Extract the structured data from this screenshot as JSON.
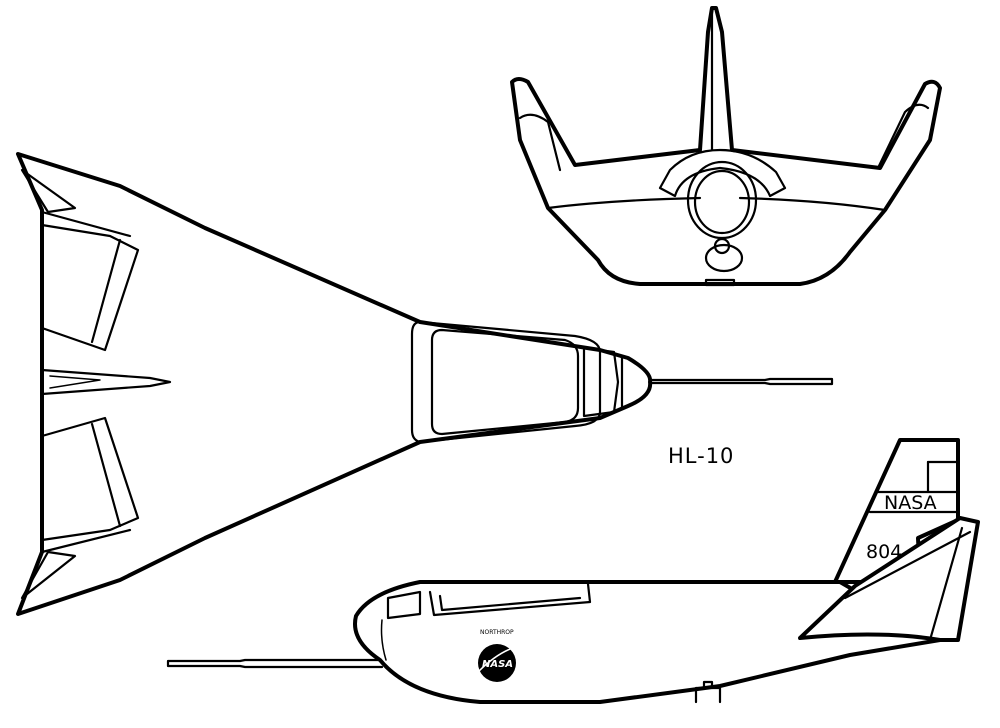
{
  "diagram": {
    "aircraft_label": "HL-10",
    "tail_marking": "NASA",
    "tail_number": "804",
    "manufacturer_mark": "NORTHROP",
    "logo_text": "NASA"
  },
  "views": [
    "top-view",
    "front-view",
    "side-view"
  ],
  "colors": {
    "line": "#000000",
    "background": "#ffffff",
    "logo": "#000000"
  }
}
